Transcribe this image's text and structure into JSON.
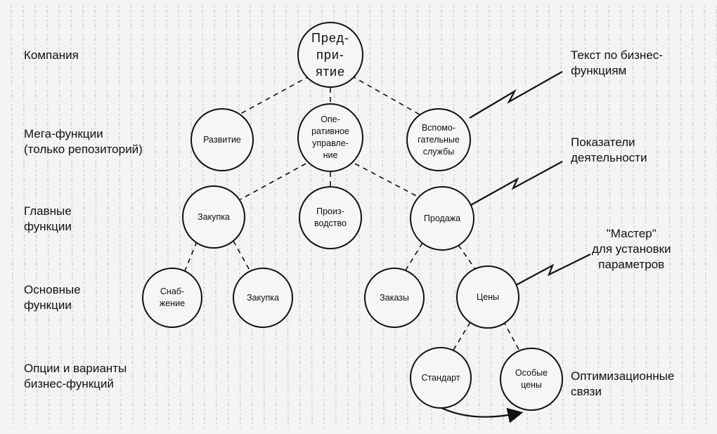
{
  "levels": {
    "company": "Компания",
    "mega": "Мега-функции\n(только репозиторий)",
    "main": "Главные\nфункции",
    "basic": "Основные\nфункции",
    "options": "Опции и варианты\nбизнес-функций"
  },
  "nodes": {
    "root": "Пред-\nпри-\nятие",
    "development": "Развитие",
    "operational": "Опе-\nративное\nуправле-\nние",
    "auxiliary": "Вспомо-\nгательные\nслужбы",
    "purchase_main": "Закупка",
    "production": "Произ-\nводство",
    "sales": "Продажа",
    "supply": "Снаб-\nжение",
    "purchase": "Закупка",
    "orders": "Заказы",
    "prices": "Цены",
    "standard": "Стандарт",
    "special_prices": "Особые\nцены"
  },
  "annotations": {
    "business_text": "Текст по бизнес-\nфункциям",
    "indicators": "Показатели\nдеятельности",
    "master": "\"Мастер\"\nдля установки\nпараметров",
    "optimization": "Оптимизационные\nсвязи"
  },
  "colors": {
    "ink": "#111111",
    "paper": "#f4f4f2"
  }
}
